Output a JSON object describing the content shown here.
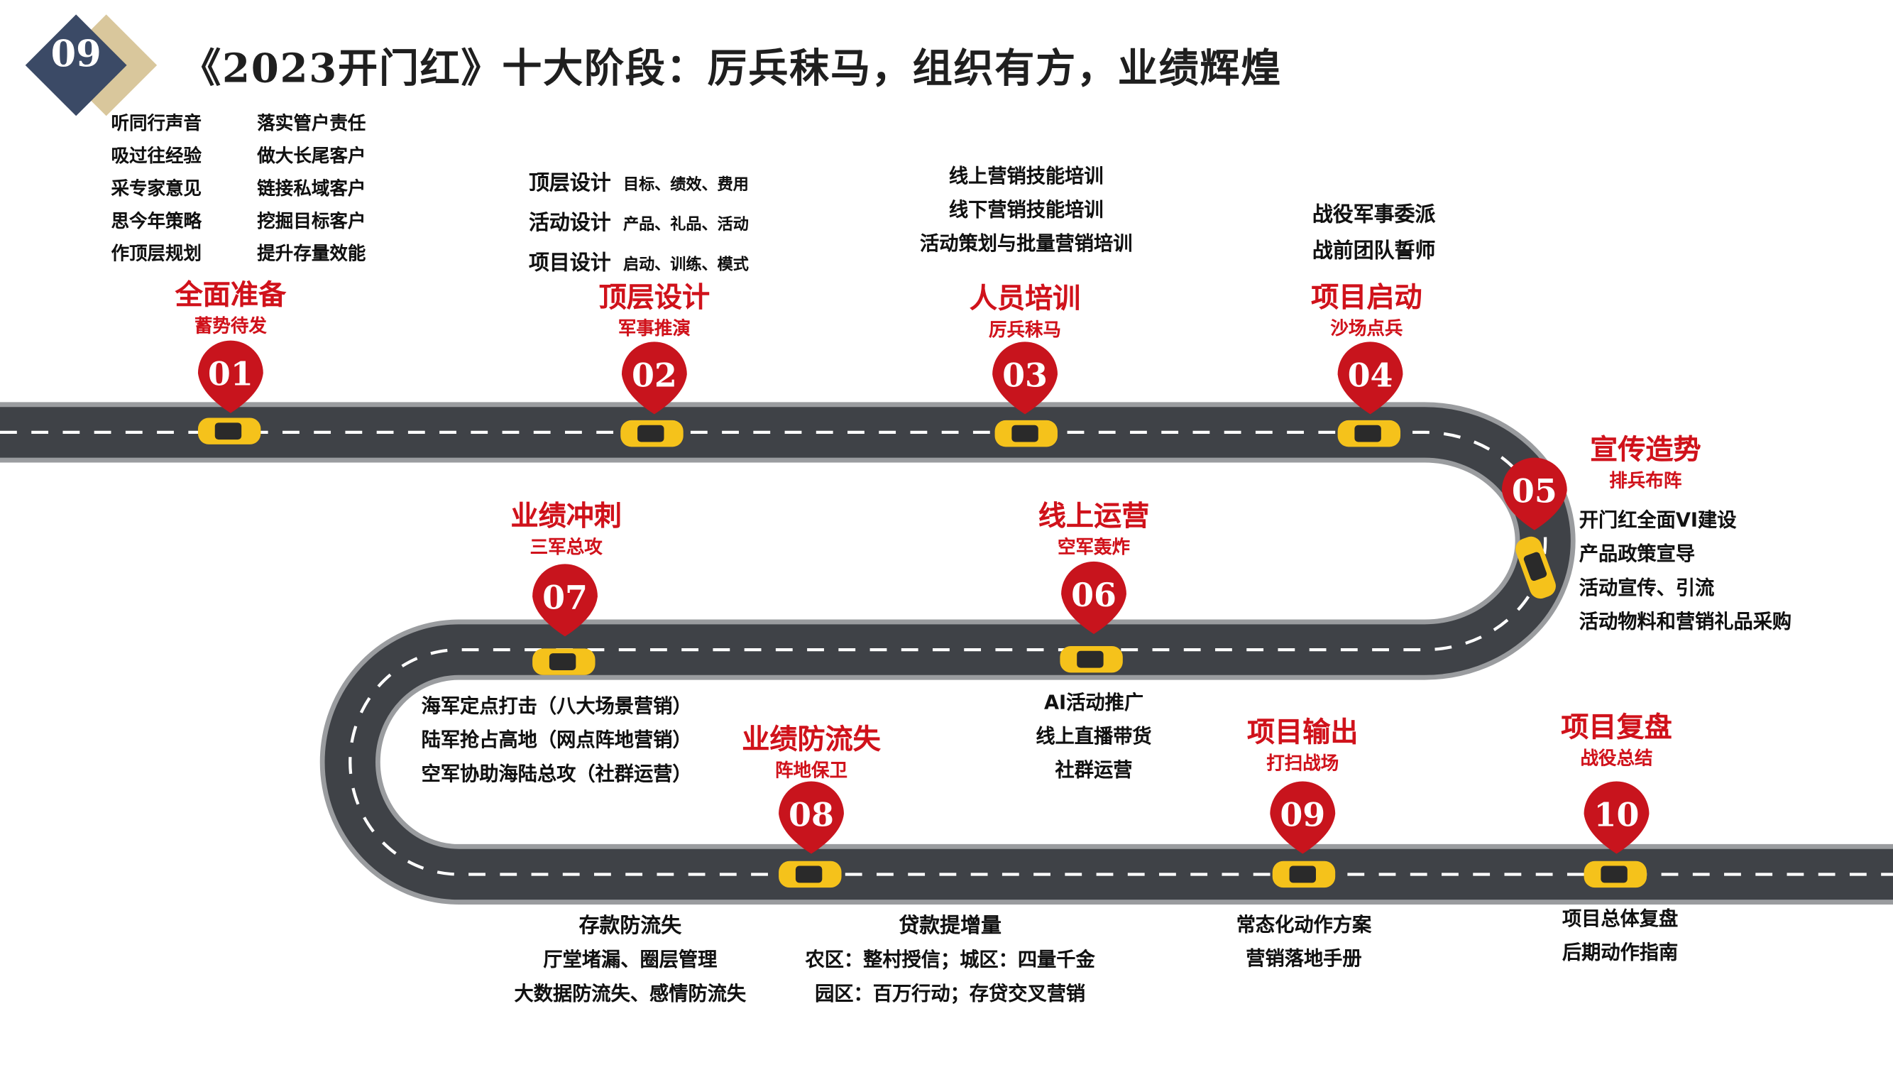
{
  "badge": {
    "number": "09",
    "diamond_dark": "#3b4a66",
    "diamond_light": "#d9c79c"
  },
  "title": "《2023开门红》十大阶段：厉兵秣马，组织有方，业绩辉煌",
  "accent_color": "#d0121b",
  "road_color": "#3f4247",
  "intro_left": [
    "听同行声音",
    "吸过往经验",
    "采专家意见",
    "思今年策略",
    "作顶层规划"
  ],
  "intro_right": [
    "落实管户责任",
    "做大长尾客户",
    "链接私域客户",
    "挖掘目标客户",
    "提升存量效能"
  ],
  "top_design": [
    {
      "label": "顶层设计",
      "detail": "目标、绩效、费用"
    },
    {
      "label": "活动设计",
      "detail": "产品、礼品、活动"
    },
    {
      "label": "项目设计",
      "detail": "启动、训练、模式"
    }
  ],
  "training_items": [
    "线上营销技能培训",
    "线下营销技能培训",
    "活动策划与批量营销培训"
  ],
  "kickoff_items": [
    "战役军事委派",
    "战前团队誓师"
  ],
  "promo_items": [
    "开门红全面VI建设",
    "产品政策宣导",
    "活动宣传、引流",
    "活动物料和营销礼品采购"
  ],
  "online_items": [
    "AI活动推广",
    "线上直播带货",
    "社群运营"
  ],
  "sprint_items": [
    "海军定点打击（八大场景营销）",
    "陆军抢占高地（网点阵地营销）",
    "空军协助海陆总攻（社群运营）"
  ],
  "deposit": {
    "heading": "存款防流失",
    "items": [
      "厅堂堵漏、圈层管理",
      "大数据防流失、感情防流失"
    ]
  },
  "loan": {
    "heading": "贷款提增量",
    "items": [
      "农区：整村授信；城区：四量千金",
      "园区：百万行动；存贷交叉营销"
    ]
  },
  "output_items": [
    "常态化动作方案",
    "营销落地手册"
  ],
  "review_items": [
    "项目总体复盘",
    "后期动作指南"
  ],
  "stages": [
    {
      "num": "01",
      "title": "全面准备",
      "sub": "蓄势待发"
    },
    {
      "num": "02",
      "title": "顶层设计",
      "sub": "军事推演"
    },
    {
      "num": "03",
      "title": "人员培训",
      "sub": "厉兵秣马"
    },
    {
      "num": "04",
      "title": "项目启动",
      "sub": "沙场点兵"
    },
    {
      "num": "05",
      "title": "宣传造势",
      "sub": "排兵布阵"
    },
    {
      "num": "06",
      "title": "线上运营",
      "sub": "空军轰炸"
    },
    {
      "num": "07",
      "title": "业绩冲刺",
      "sub": "三军总攻"
    },
    {
      "num": "08",
      "title": "业绩防流失",
      "sub": "阵地保卫"
    },
    {
      "num": "09",
      "title": "项目输出",
      "sub": "打扫战场"
    },
    {
      "num": "10",
      "title": "项目复盘",
      "sub": "战役总结"
    }
  ]
}
